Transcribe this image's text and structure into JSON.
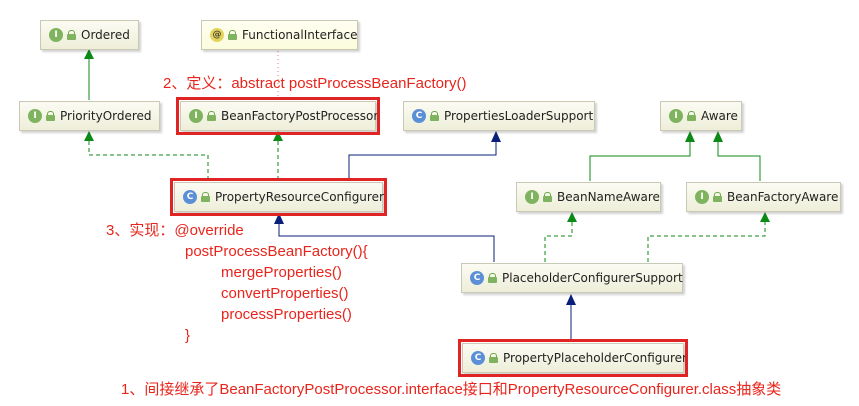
{
  "nodes": {
    "ordered": {
      "label": "Ordered",
      "badge": "I"
    },
    "functional_interface": {
      "label": "FunctionalInterface",
      "badge": "@"
    },
    "priority_ordered": {
      "label": "PriorityOrdered",
      "badge": "I"
    },
    "bean_factory_post_processor": {
      "label": "BeanFactoryPostProcessor",
      "badge": "I"
    },
    "properties_loader_support": {
      "label": "PropertiesLoaderSupport",
      "badge": "C"
    },
    "aware": {
      "label": "Aware",
      "badge": "I"
    },
    "property_resource_configurer": {
      "label": "PropertyResourceConfigurer",
      "badge": "C"
    },
    "bean_name_aware": {
      "label": "BeanNameAware",
      "badge": "I"
    },
    "bean_factory_aware": {
      "label": "BeanFactoryAware",
      "badge": "I"
    },
    "placeholder_configurer_support": {
      "label": "PlaceholderConfigurerSupport",
      "badge": "C"
    },
    "property_placeholder_configurer": {
      "label": "PropertyPlaceholderConfigurer",
      "badge": "C"
    }
  },
  "annotations": {
    "note2": "2、定义：abstract postProcessBeanFactory()",
    "note3_lines": [
      "3、实现：@override",
      "postProcessBeanFactory(){",
      "mergeProperties()",
      "convertProperties()",
      "processProperties()",
      "}"
    ],
    "note1": "1、间接继承了BeanFactoryPostProcessor.interface接口和PropertyResourceConfigurer.class抽象类"
  },
  "colors": {
    "interface_edge": "#0c8a16",
    "class_edge": "#0a1f78",
    "highlight": "#e02424",
    "note_text": "#e8251d"
  }
}
